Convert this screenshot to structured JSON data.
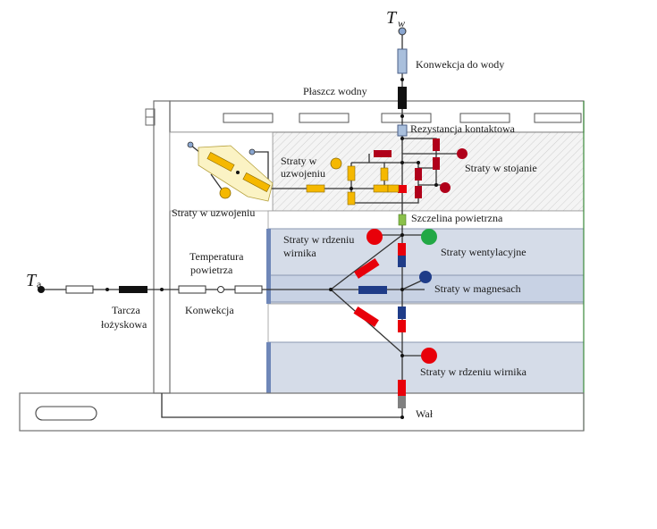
{
  "symbols": {
    "water_temp_main": "T",
    "water_temp_sub": "w",
    "ambient_temp_main": "T",
    "ambient_temp_sub": "a"
  },
  "labels": {
    "convection_water": "Konwekcja do wody",
    "water_jacket": "Płaszcz wodny",
    "contact_resistance": "Rezystancja kontaktowa",
    "winding_losses_1": "Straty w",
    "winding_losses_2": "uzwojeniu",
    "stator_losses": "Straty w stojanie",
    "winding_losses_box": "Straty w uzwojeniu",
    "air_gap": "Szczelina powietrzna",
    "rotor_core_losses_top_1": "Straty w rdzeniu",
    "rotor_core_losses_top_2": "wirnika",
    "ventilation_losses": "Straty wentylacyjne",
    "magnet_losses": "Straty w magnesach",
    "rotor_core_losses_bottom": "Straty w rdzeniu wirnika",
    "shaft": "Wał",
    "air_temp_1": "Temperatura",
    "air_temp_2": "powietrza",
    "convection": "Konwekcja",
    "bearing_shield_1": "Tarcza",
    "bearing_shield_2": "łożyskowa"
  },
  "colors": {
    "stator_region": "#f2f2f2",
    "rotor_region": "#d5dce8",
    "conductor_resistor": "#b0001a",
    "loss_red": "#e8000a",
    "winding_yellow": "#f5b800",
    "magnet_blue": "#1f3c88",
    "ventilation_green": "#22a845",
    "air_gap_green": "#8ac04a",
    "water_blue": "#a9bfdc",
    "jacket_black": "#111111"
  }
}
